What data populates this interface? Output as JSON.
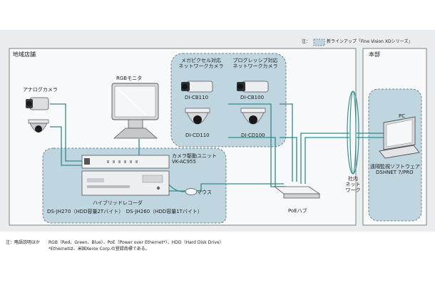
{
  "legend": {
    "prefix": "注：",
    "text": "新ラインアップ「Fine Vision XDシリーズ」"
  },
  "sites": {
    "store": "地域店舗",
    "hq": "本部"
  },
  "devices": {
    "analog_camera": "アナログカメラ",
    "rgb_monitor": "RGBモニタ",
    "megapixel_camera": [
      "メガピクセル対応",
      "ネットワークカメラ"
    ],
    "progressive_camera": [
      "プログレッシブ対応",
      "ネットワークカメラ"
    ],
    "cb110": "DI-CB110",
    "cb100": "DI-CB100",
    "cd110": "DI-CD110",
    "cd100": "DI-CD100",
    "camera_unit": [
      "カメラ駆動ユニット",
      "VK-AC955"
    ],
    "recorder": [
      "ハイブリッドレコーダ",
      "DS-JH270（HDD容量2Tバイト）　DS-JH260（HDD容量1Tバイト）"
    ],
    "mouse": "マウス",
    "poe_hub": "PoEハブ",
    "intranet": [
      "社内",
      "ネット",
      "ワーク"
    ],
    "pc": "PC",
    "software": [
      "遠隔監視ソフトウェア",
      "DSHNET 7/PRO"
    ]
  },
  "notes": {
    "prefix": "注：略語説明ほか",
    "line1": "RGB（Red、Green、Blue）、PoE（Power over Ethernet*）、HDD（Hard Disk Drive）",
    "line2": "*Ethernetは、米国Xerox Corp.の登録商標である。"
  },
  "colors": {
    "panel": "#e9edf0",
    "highlight": "#bfd5df",
    "line": "#2f8a8a",
    "dash": "#5a6b72"
  }
}
